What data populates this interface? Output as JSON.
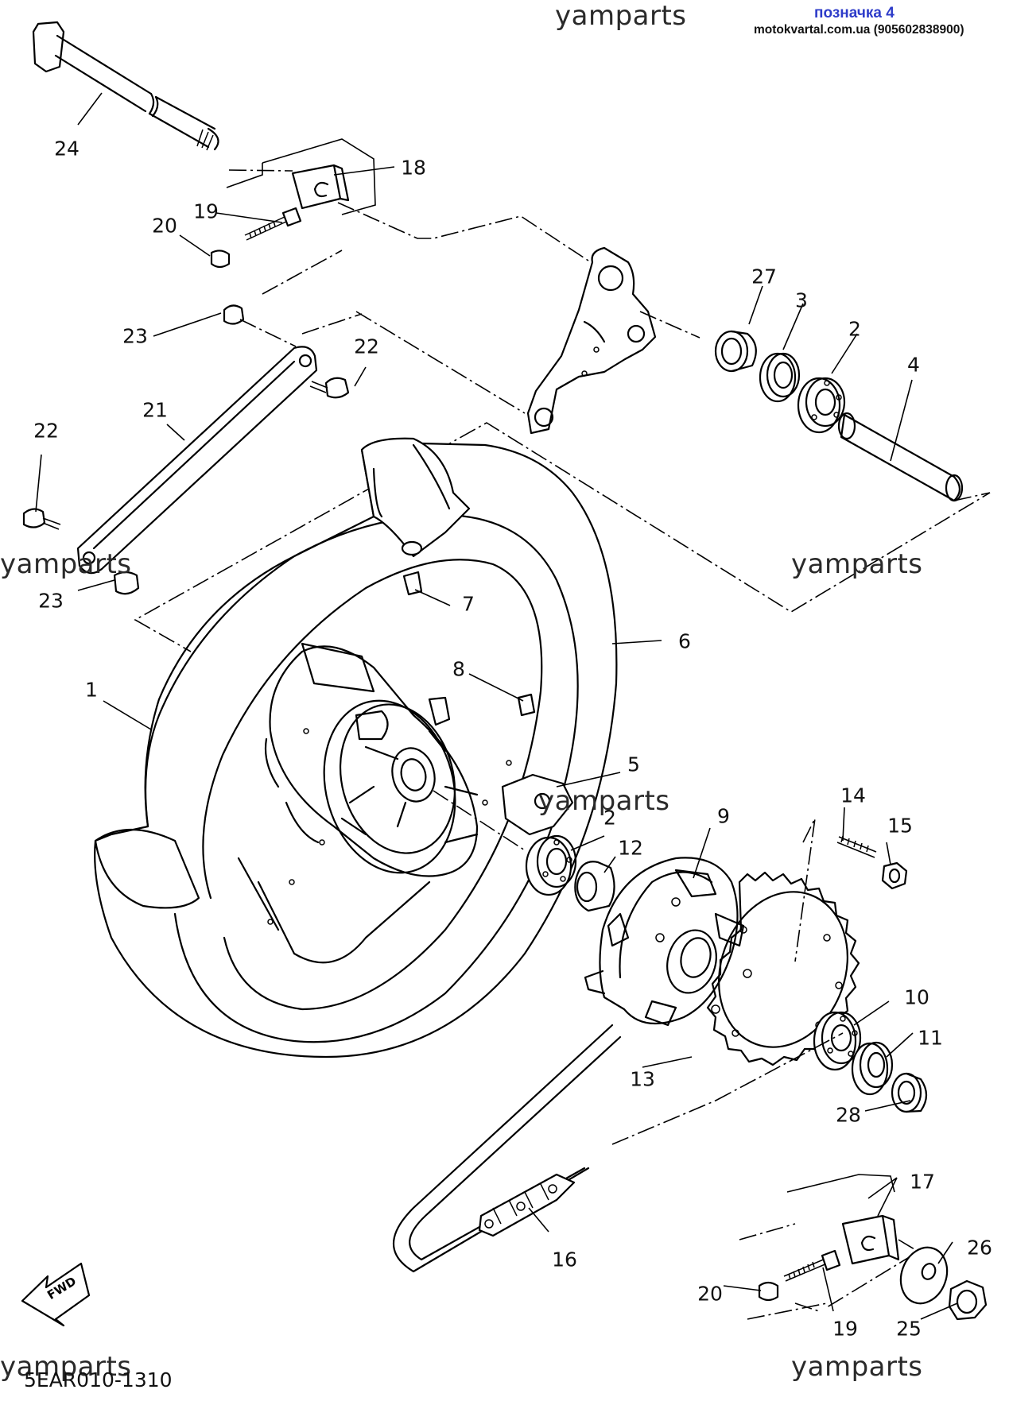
{
  "watermarks": [
    "yamparts",
    "yamparts",
    "yamparts",
    "yamparts",
    "yamparts",
    "yamparts"
  ],
  "header": {
    "badge": "позначка 4",
    "site": "motokvartal.com.ua (905602838900)"
  },
  "diagram_code": "5EAR010-1310",
  "fwd_label": "FWD",
  "callouts": [
    "24",
    "18",
    "19",
    "20",
    "27",
    "3",
    "2",
    "4",
    "23",
    "22",
    "21",
    "22",
    "23",
    "7",
    "6",
    "8",
    "1",
    "5",
    "2",
    "12",
    "9",
    "14",
    "15",
    "10",
    "11",
    "13",
    "28",
    "17",
    "26",
    "16",
    "20",
    "19",
    "25"
  ],
  "colors": {
    "badge": "#2e3cc9",
    "lines": "#000000",
    "background": "#ffffff"
  }
}
